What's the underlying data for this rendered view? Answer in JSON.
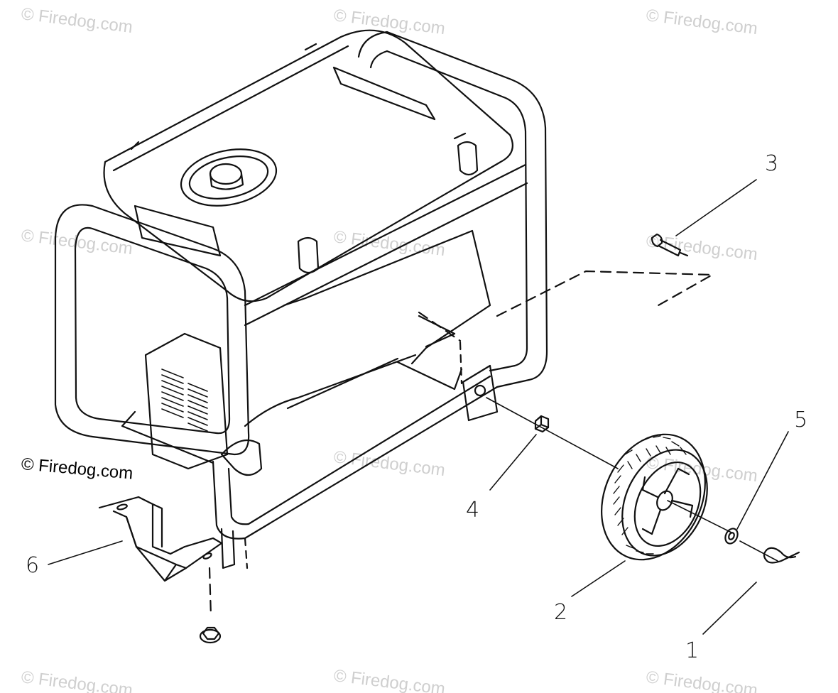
{
  "diagram": {
    "watermark_text": "© Firedog.com",
    "callouts": {
      "c1": "1",
      "c2": "2",
      "c3": "3",
      "c4": "4",
      "c5": "5",
      "c6": "6"
    }
  },
  "colors": {
    "line": "#111111",
    "watermark": "#cfcfcf",
    "background": "#ffffff"
  }
}
